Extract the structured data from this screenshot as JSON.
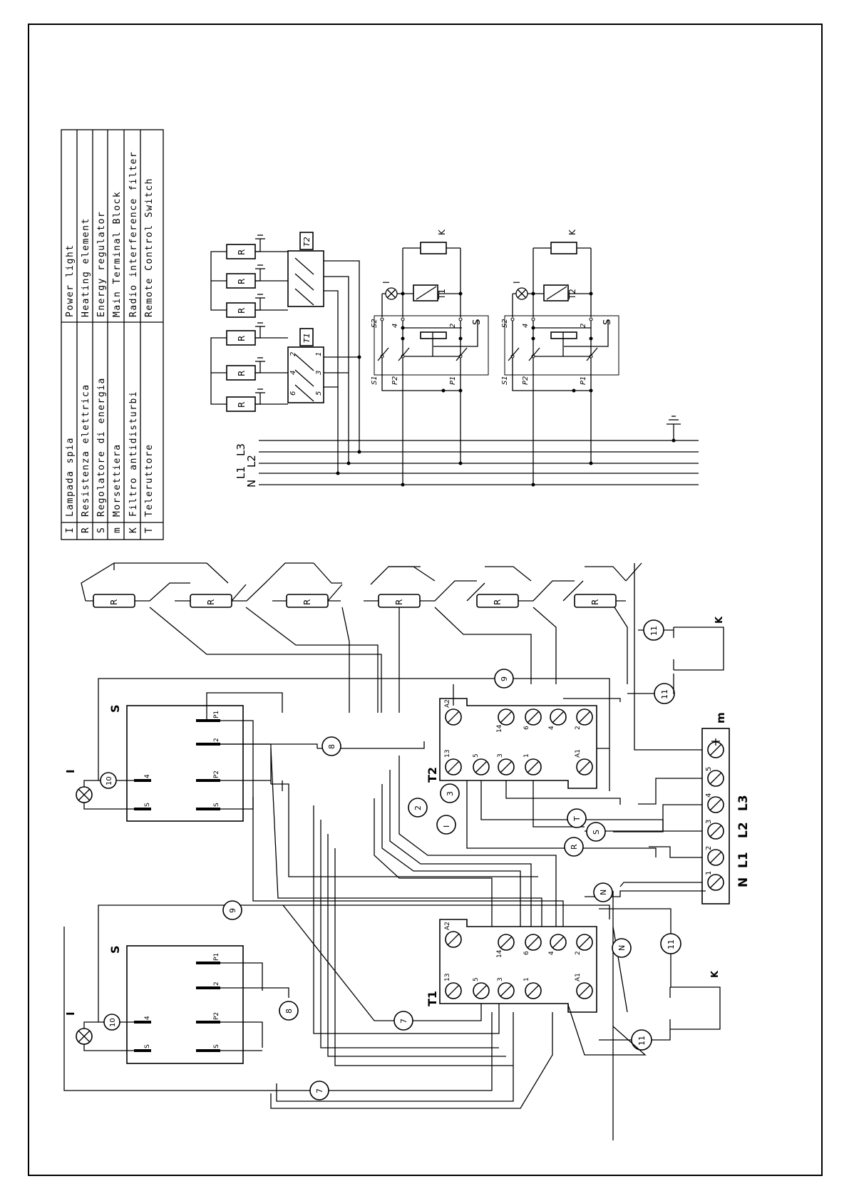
{
  "legend": [
    {
      "code": "I",
      "it": "Lampada spia",
      "en": "Power light"
    },
    {
      "code": "R",
      "it": "Resistenza elettrica",
      "en": "Heating element"
    },
    {
      "code": "S",
      "it": "Regolatore di energia",
      "en": "Energy regulator"
    },
    {
      "code": "m",
      "it": "Morsettiera",
      "en": "Main Terminal Block"
    },
    {
      "code": "K",
      "it": "Filtro antidisturbi",
      "en": "Radio interference filter"
    },
    {
      "code": "T",
      "it": "Teleruttore",
      "en": "Remote Control Switch"
    }
  ],
  "schematic": {
    "supply": {
      "L1": "L1",
      "L2": "L2",
      "L3": "L3",
      "N": "N"
    },
    "contactor_labels": [
      "T1",
      "T2"
    ],
    "contactor_terminals": [
      "2",
      "4",
      "6",
      "1",
      "3",
      "5"
    ],
    "regulator_terminals": [
      "S1",
      "P2",
      "P1",
      "S2",
      "4",
      "2"
    ],
    "element": "R",
    "lamp": "I",
    "regulator": "S",
    "filter": "K"
  },
  "wiring": {
    "regulator_label": "S",
    "regulator_terminals": [
      "P1",
      "2",
      "P2",
      "S",
      "4",
      "S"
    ],
    "contactor_T2_label": "T2",
    "contactor_T1_label": "T1",
    "contactor_terminals_top": [
      "A2",
      "14",
      "6",
      "4",
      "2"
    ],
    "contactor_terminals_bottom": [
      "13",
      "5",
      "3",
      "1",
      "A1"
    ],
    "terminal_block_label": "m",
    "terminal_block_numbers": [
      "1",
      "2",
      "3",
      "4",
      "5"
    ],
    "terminal_block_phase_labels": [
      "N",
      "L1",
      "L2",
      "L3"
    ],
    "wire_numbers": [
      "2",
      "3",
      "7",
      "8",
      "9",
      "10",
      "11",
      "I",
      "N",
      "R",
      "S",
      "T"
    ],
    "element_label": "R",
    "filter_label": "K",
    "lamp_label": "I"
  }
}
